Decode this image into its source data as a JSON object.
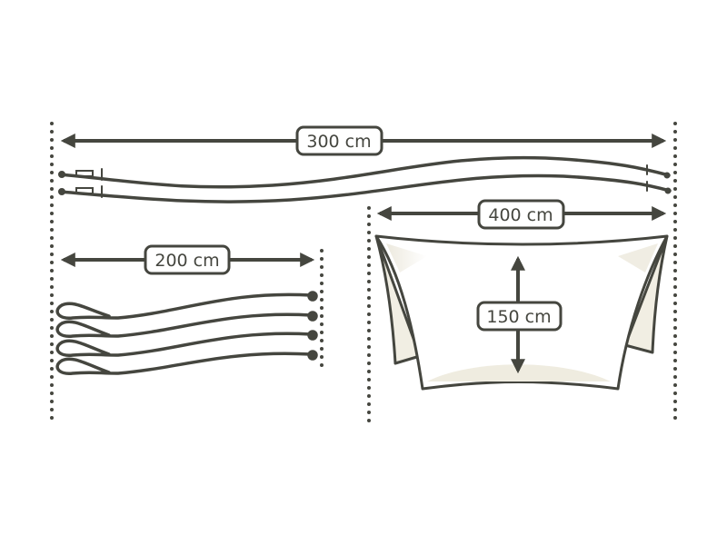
{
  "colors": {
    "ink": "#45463f",
    "fabric_shade": "#e8e4d6",
    "background": "#ffffff"
  },
  "dimensions": {
    "rope_length": "300 cm",
    "tieout_length": "200 cm",
    "sheet_width": "400 cm",
    "sheet_height": "150 cm"
  },
  "items": {
    "long_ropes_count": 2,
    "short_ropes_count": 4
  }
}
